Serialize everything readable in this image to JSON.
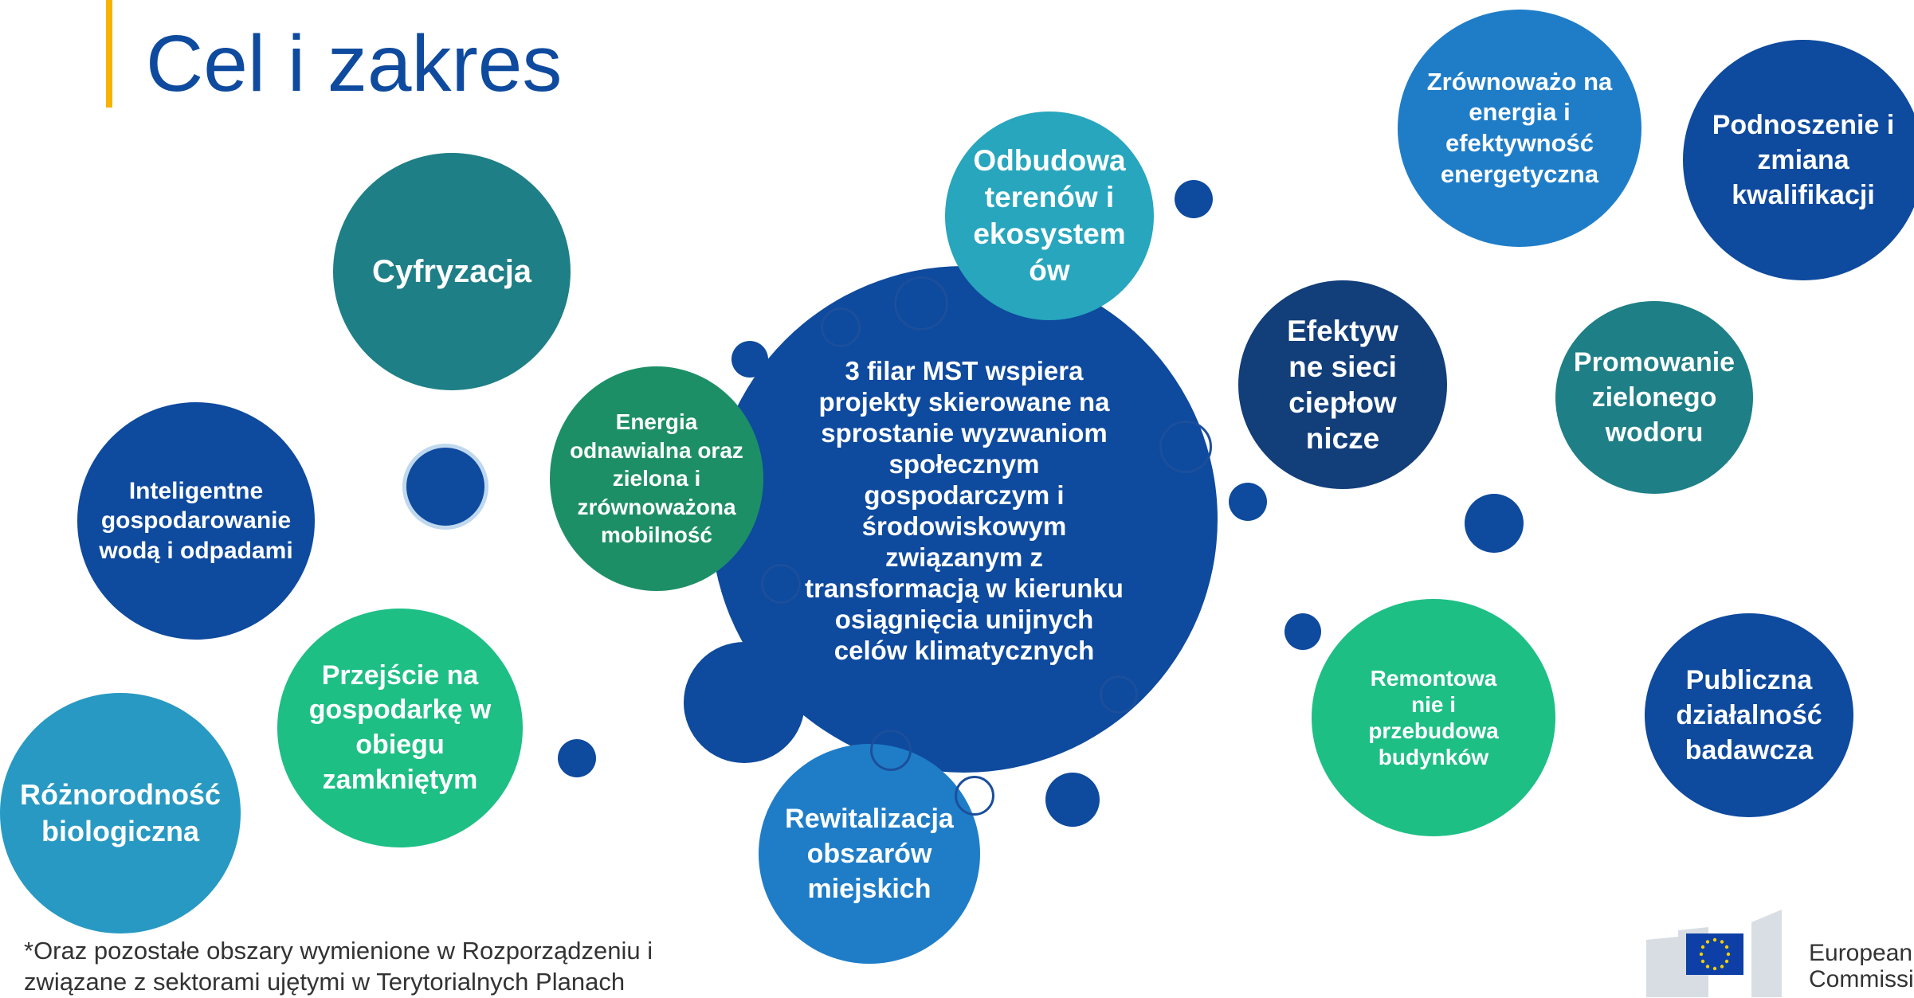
{
  "title": "Cel i zakres",
  "colors": {
    "accent": "#F5B400",
    "title": "#0E4A9E",
    "navy": "#0E4A9E",
    "teal": "#1E7F86",
    "green": "#1DBF85",
    "lightblue": "#2899C2"
  },
  "center": {
    "label": "3 filar MST wspiera projekty skierowane na sprostanie wyzwaniom społecznym gospodarczym i środowiskowym związanym z transformacją w kierunku osiągnięcia unijnych celów klimatycznych"
  },
  "bubbles": {
    "cyfryzacja": "Cyfryzacja",
    "woda": "Inteligentne gospodarowanie wodą i odpadami",
    "obieg": "Przejście na gospodarkę w obiegu zamkniętym",
    "roznorodnosc": "Różnorodność biologiczna",
    "energia_odn": "Energia odnawialna oraz zielona i zrównoważona mobilność",
    "odbudowa": "Odbudowa terenów i ekosystem ów",
    "rewitalizacja": "Rewitalizacja obszarów miejskich",
    "zrownowazona": "Zrównoważo na energia i efektywność energetyczna",
    "podnoszenie": "Podnoszenie i zmiana kwalifikacji",
    "sieci": "Efektyw ne sieci ciepłow nicze",
    "wodor": "Promowanie zielonego wodoru",
    "remont": "Remontowa nie i przebudowa budynków",
    "badania": "Publiczna działalność badawcza"
  },
  "footnote": "*Oraz pozostałe obszary wymienione w Rozporządzeniu i związane z sektorami ujętymi w Terytorialnych Planach",
  "logo": {
    "name": "eu-flag-icon",
    "text": "European\nCommission"
  }
}
